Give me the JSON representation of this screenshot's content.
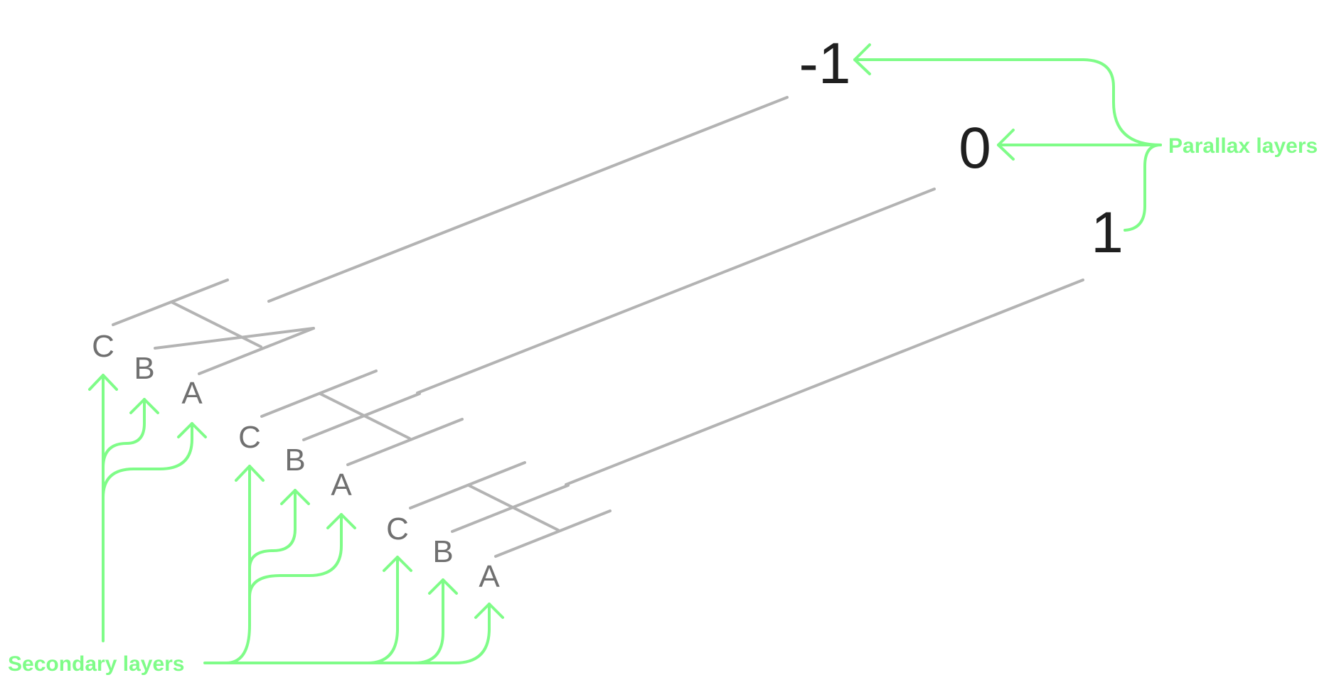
{
  "parallax_layers": {
    "label": "Parallax layers",
    "items": [
      {
        "label": "-1"
      },
      {
        "label": "0"
      },
      {
        "label": "1"
      }
    ]
  },
  "secondary_layers": {
    "label": "Secondary layers",
    "groups": [
      {
        "letters": [
          "C",
          "B",
          "A"
        ]
      },
      {
        "letters": [
          "C",
          "B",
          "A"
        ]
      },
      {
        "letters": [
          "C",
          "B",
          "A"
        ]
      }
    ]
  },
  "colors": {
    "accent": "#7ffc88",
    "lines": "#b3b3b3",
    "numbers": "#1f1f1f",
    "letters": "#707070"
  }
}
